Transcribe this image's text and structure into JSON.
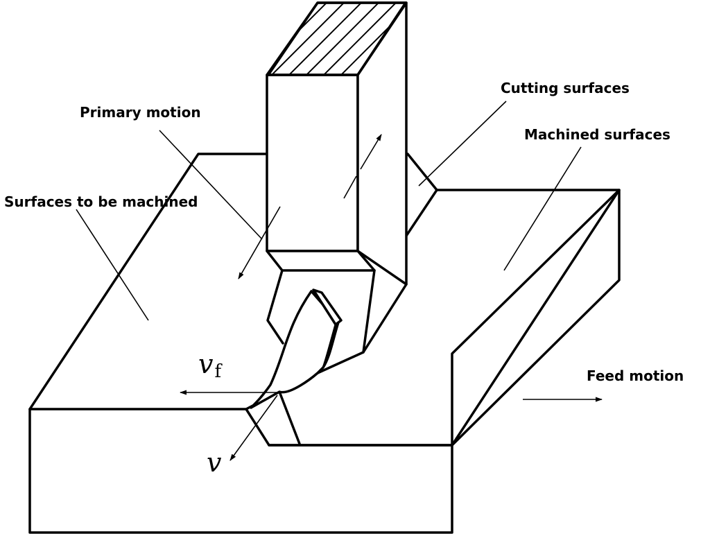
{
  "labels": {
    "primary_motion": "Primary motion",
    "cutting_surfaces": "Cutting surfaces",
    "machined_surfaces": "Machined surfaces",
    "surfaces_to_be_machined": "Surfaces to be machined",
    "feed_motion": "Feed motion"
  },
  "symbols": {
    "feed_velocity": {
      "base": "v",
      "subscript": "f"
    },
    "cutting_velocity": "v"
  },
  "colors": {
    "line": "#000000",
    "background": "#ffffff"
  }
}
